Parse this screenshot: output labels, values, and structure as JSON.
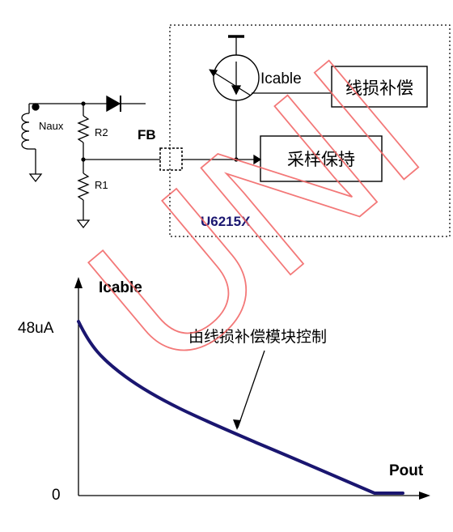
{
  "circuit": {
    "winding_label": "Naux",
    "resistor_top_label": "R2",
    "resistor_bottom_label": "R1",
    "pin_label": "FB",
    "current_source_label": "Icable",
    "block_compensation": "线损补偿",
    "block_sample_hold": "采样保持",
    "chip_label": "U6215X"
  },
  "graph": {
    "y_axis_label": "Icable",
    "y_max_label": "48uA",
    "y_zero_label": "0",
    "x_axis_label": "Pout",
    "annotation": "由线损补偿模块控制"
  },
  "watermark": {
    "text": "UNI",
    "color": "#f26a6a"
  },
  "colors": {
    "curve": "#1a1670",
    "chip_label": "#1a1670",
    "line": "#000000"
  }
}
